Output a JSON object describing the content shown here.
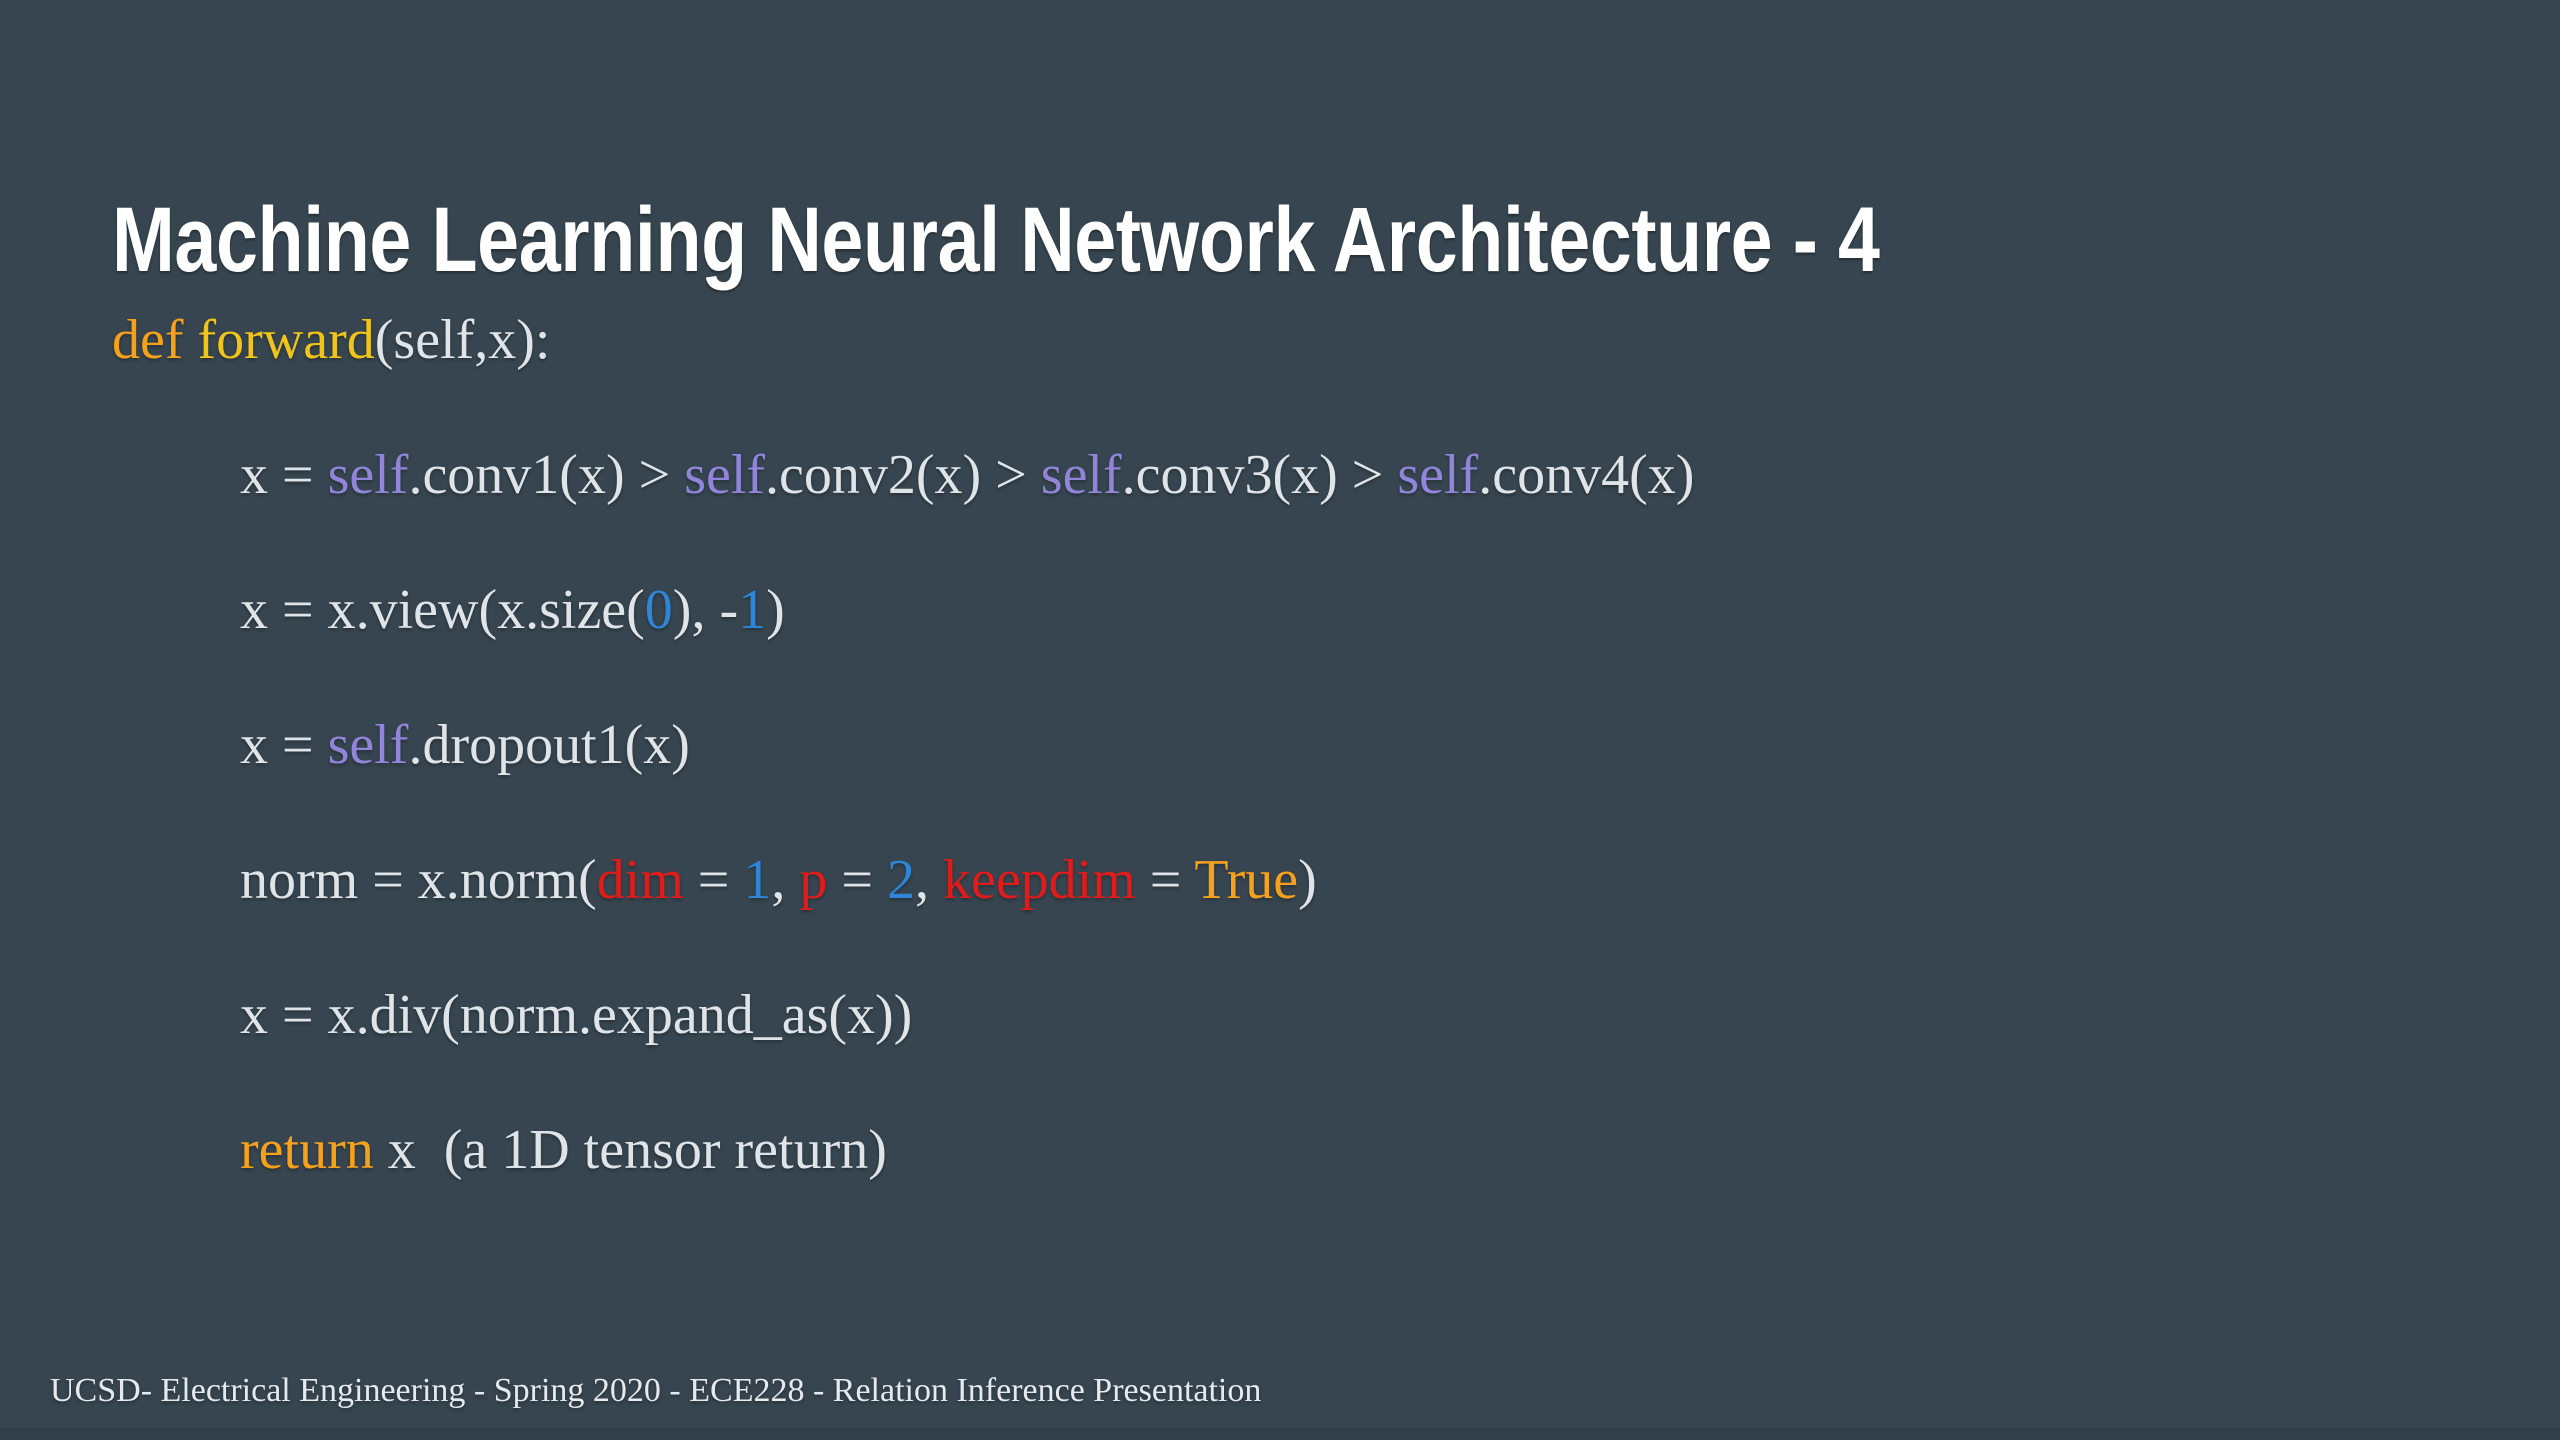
{
  "slide": {
    "background_color": "#36454f",
    "title": "Machine Learning Neural Network Architecture - 4",
    "footer": "UCSD- Electrical Engineering - Spring 2020 - ECE228 - Relation Inference Presentation"
  },
  "palette": {
    "background": "#36454f",
    "title_text": "#ffffff",
    "plain_code": "#dfe4e8",
    "keyword_orange": "#f5a11c",
    "function_yellow": "#f0c419",
    "self_purple": "#9085d8",
    "number_blue": "#2f86d8",
    "param_red": "#e01b1b",
    "footer_text": "#e6eaee"
  },
  "code": {
    "language": "python",
    "plain_text": "def forward(self,x):\n    x = self.conv1(x) > self.conv2(x) > self.conv3(x) > self.conv4(x)\n    x = x.view(x.size(0), -1)\n    x = self.dropout1(x)\n    norm = x.norm(dim = 1, p = 2, keepdim = True)\n    x = x.div(norm.expand_as(x))\n    return x  (a 1D tensor return)",
    "lines": [
      {
        "indent": 0,
        "tokens": [
          {
            "text": "def",
            "type": "keyword"
          },
          {
            "text": " ",
            "type": "plain"
          },
          {
            "text": "forward",
            "type": "funcname"
          },
          {
            "text": "(self,x):",
            "type": "plain"
          }
        ]
      },
      {
        "indent": 1,
        "tokens": [
          {
            "text": "x = ",
            "type": "plain"
          },
          {
            "text": "self",
            "type": "self"
          },
          {
            "text": ".conv1(x) > ",
            "type": "plain"
          },
          {
            "text": "self",
            "type": "self"
          },
          {
            "text": ".conv2(x) > ",
            "type": "plain"
          },
          {
            "text": "self",
            "type": "self"
          },
          {
            "text": ".conv3(x) > ",
            "type": "plain"
          },
          {
            "text": "self",
            "type": "self"
          },
          {
            "text": ".conv4(x)",
            "type": "plain"
          }
        ]
      },
      {
        "indent": 1,
        "tokens": [
          {
            "text": "x = x.view(x.size(",
            "type": "plain"
          },
          {
            "text": "0",
            "type": "number"
          },
          {
            "text": "), -",
            "type": "plain"
          },
          {
            "text": "1",
            "type": "number"
          },
          {
            "text": ")",
            "type": "plain"
          }
        ]
      },
      {
        "indent": 1,
        "tokens": [
          {
            "text": "x = ",
            "type": "plain"
          },
          {
            "text": "self",
            "type": "self"
          },
          {
            "text": ".dropout1(x)",
            "type": "plain"
          }
        ]
      },
      {
        "indent": 1,
        "tokens": [
          {
            "text": "norm = x.norm(",
            "type": "plain"
          },
          {
            "text": "dim",
            "type": "param"
          },
          {
            "text": " = ",
            "type": "plain"
          },
          {
            "text": "1",
            "type": "number"
          },
          {
            "text": ", ",
            "type": "plain"
          },
          {
            "text": "p",
            "type": "param"
          },
          {
            "text": " = ",
            "type": "plain"
          },
          {
            "text": "2",
            "type": "number"
          },
          {
            "text": ", ",
            "type": "plain"
          },
          {
            "text": "keepdim",
            "type": "param"
          },
          {
            "text": " = ",
            "type": "plain"
          },
          {
            "text": "True",
            "type": "bool"
          },
          {
            "text": ")",
            "type": "plain"
          }
        ]
      },
      {
        "indent": 1,
        "tokens": [
          {
            "text": "x = x.div(norm.expand_as(x))",
            "type": "plain"
          }
        ]
      },
      {
        "indent": 1,
        "tokens": [
          {
            "text": "return",
            "type": "keyword"
          },
          {
            "text": " x  (a 1D tensor return)",
            "type": "plain"
          }
        ]
      }
    ]
  }
}
